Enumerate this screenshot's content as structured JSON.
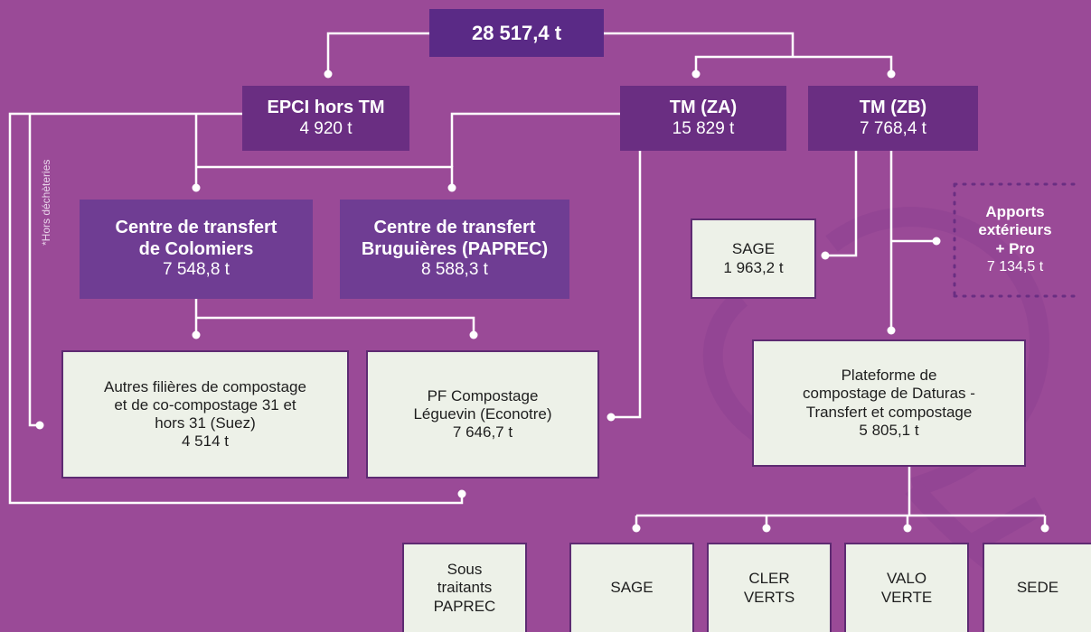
{
  "root": {
    "value": "28 517,4 t"
  },
  "epci": {
    "name": "EPCI hors TM",
    "value": "4 920 t"
  },
  "tm_za": {
    "name": "TM (ZA)",
    "value": "15 829 t"
  },
  "tm_zb": {
    "name": "TM (ZB)",
    "value": "7 768,4 t"
  },
  "colomiers": {
    "name_line1": "Centre de transfert",
    "name_line2": "de Colomiers",
    "value": "7 548,8 t"
  },
  "bruguieres": {
    "name_line1": "Centre de transfert",
    "name_line2": "Bruguières (PAPREC)",
    "value": "8 588,3 t"
  },
  "sage_small": {
    "name": "SAGE",
    "value": "1 963,2 t"
  },
  "apports": {
    "line1": "Apports",
    "line2": "extérieurs",
    "line3": "+ Pro",
    "value": "7 134,5 t"
  },
  "autres": {
    "line1": "Autres filières de compostage",
    "line2": "et de co-compostage 31 et",
    "line3": "hors 31 (Suez)",
    "value": "4 514 t"
  },
  "leguevin": {
    "line1": "PF Compostage",
    "line2": "Léguevin (Econotre)",
    "value": "7 646,7 t"
  },
  "daturas": {
    "line1": "Plateforme de",
    "line2": "compostage de Daturas -",
    "line3": "Transfert et compostage",
    "value": "5 805,1 t"
  },
  "hors_decheteries_note": "*Hors déchèteries",
  "bottom": {
    "sous_traitants": {
      "line1": "Sous",
      "line2": "traitants",
      "line3": "PAPREC"
    },
    "sage": {
      "label": "SAGE"
    },
    "cler_verts": {
      "line1": "CLER",
      "line2": "VERTS"
    },
    "valo_verte": {
      "line1": "VALO",
      "line2": "VERTE"
    },
    "sede": {
      "label": "SEDE"
    }
  },
  "colors": {
    "background": "#9a4a97",
    "dark_box": "#6a2e82",
    "mid_box": "#6f3d93",
    "light_box": "#edf1e8",
    "connector": "#ffffff"
  }
}
